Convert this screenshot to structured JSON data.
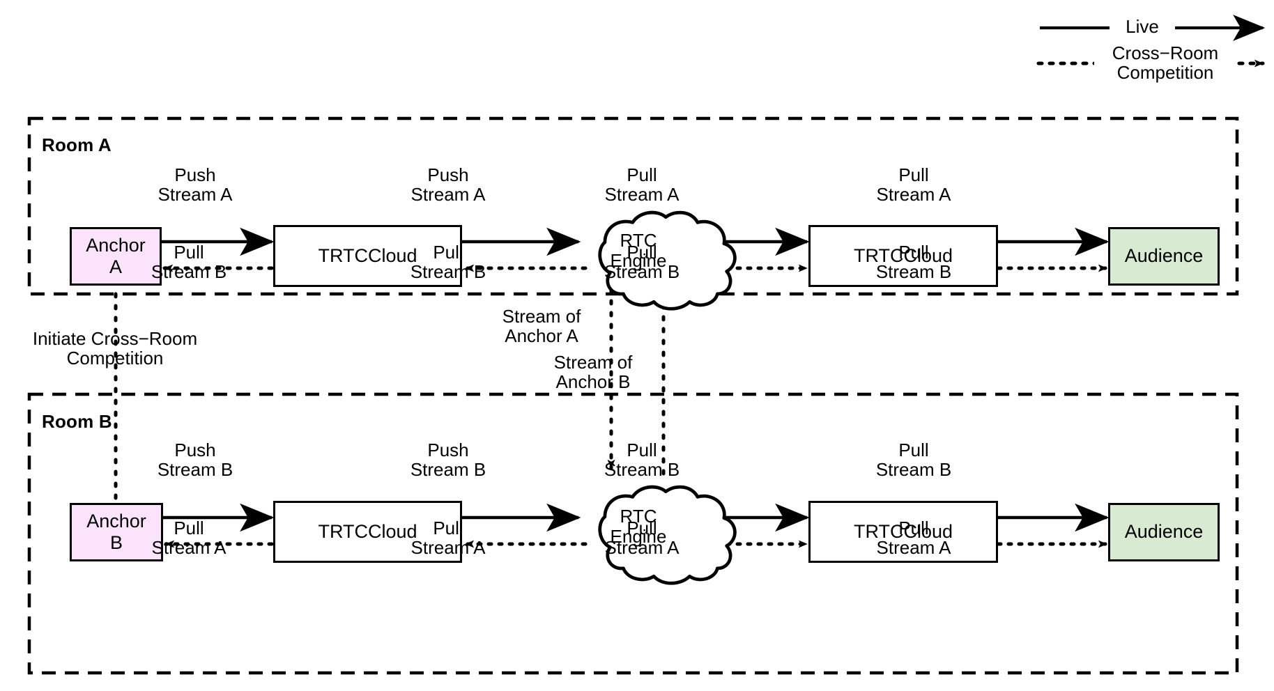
{
  "diagram": {
    "title_present": false,
    "legend": [
      {
        "id": "live",
        "label": "Live",
        "style": "solid"
      },
      {
        "id": "cross-room",
        "label": "Cross−Room\nCompetition",
        "style": "dotted"
      }
    ],
    "rooms": [
      {
        "id": "room-a",
        "label": "Room A",
        "nodes": [
          {
            "id": "anchor-a",
            "label": "Anchor\nA",
            "kind": "anchor",
            "fill": "#fbe3fb"
          },
          {
            "id": "trtccloud-a-left",
            "label": "TRTCCloud",
            "kind": "sdk",
            "fill": "#ffffff"
          },
          {
            "id": "rtc-engine-a",
            "label": "RTC\nEngine",
            "kind": "cloud",
            "fill": "#ffffff"
          },
          {
            "id": "trtccloud-a-right",
            "label": "TRTCCloud",
            "kind": "sdk",
            "fill": "#ffffff"
          },
          {
            "id": "audience-a",
            "label": "Audience",
            "kind": "audience",
            "fill": "#d9ead3"
          }
        ],
        "edge_labels": [
          {
            "id": "a-push-1",
            "text": "Push\nStream A",
            "style": "solid"
          },
          {
            "id": "a-pull-1",
            "text": "Pull\nStream B",
            "style": "dotted"
          },
          {
            "id": "a-push-2",
            "text": "Push\nStream A",
            "style": "solid"
          },
          {
            "id": "a-pull-2",
            "text": "Pull\nStream B",
            "style": "dotted"
          },
          {
            "id": "a-pull-3",
            "text": "Pull\nStream A",
            "style": "solid"
          },
          {
            "id": "a-pull-4",
            "text": "Pull\nStream B",
            "style": "dotted"
          },
          {
            "id": "a-pull-5",
            "text": "Pull\nStream A",
            "style": "solid"
          },
          {
            "id": "a-pull-6",
            "text": "Pull\nStream B",
            "style": "dotted"
          }
        ]
      },
      {
        "id": "room-b",
        "label": "Room B",
        "nodes": [
          {
            "id": "anchor-b",
            "label": "Anchor\nB",
            "kind": "anchor",
            "fill": "#fbe3fb"
          },
          {
            "id": "trtccloud-b-left",
            "label": "TRTCCloud",
            "kind": "sdk",
            "fill": "#ffffff"
          },
          {
            "id": "rtc-engine-b",
            "label": "RTC\nEngine",
            "kind": "cloud",
            "fill": "#ffffff"
          },
          {
            "id": "trtccloud-b-right",
            "label": "TRTCCloud",
            "kind": "sdk",
            "fill": "#ffffff"
          },
          {
            "id": "audience-b",
            "label": "Audience",
            "kind": "audience",
            "fill": "#d9ead3"
          }
        ],
        "edge_labels": [
          {
            "id": "b-push-1",
            "text": "Push\nStream B",
            "style": "solid"
          },
          {
            "id": "b-pull-1",
            "text": "Pull\nStream A",
            "style": "dotted"
          },
          {
            "id": "b-push-2",
            "text": "Push\nStream B",
            "style": "solid"
          },
          {
            "id": "b-pull-2",
            "text": "Pull\nStream A",
            "style": "dotted"
          },
          {
            "id": "b-pull-3",
            "text": "Pull\nStream B",
            "style": "solid"
          },
          {
            "id": "b-pull-4",
            "text": "Pull\nStream A",
            "style": "dotted"
          },
          {
            "id": "b-pull-5",
            "text": "Pull\nStream B",
            "style": "solid"
          },
          {
            "id": "b-pull-6",
            "text": "Pull\nStream A",
            "style": "dotted"
          }
        ]
      }
    ],
    "cross_room_labels": [
      {
        "id": "initiate",
        "text": "Initiate Cross−Room\nCompetition",
        "style": "dotted"
      },
      {
        "id": "stream-of-anchor-a",
        "text": "Stream of\nAnchor A",
        "style": "dotted"
      },
      {
        "id": "stream-of-anchor-b",
        "text": "Stream of\nAnchor B",
        "style": "dotted"
      }
    ],
    "colors": {
      "line": "#000000",
      "anchor_fill": "#fbe3fb",
      "audience_fill": "#d9ead3",
      "node_fill": "#ffffff",
      "background": "#ffffff"
    }
  }
}
